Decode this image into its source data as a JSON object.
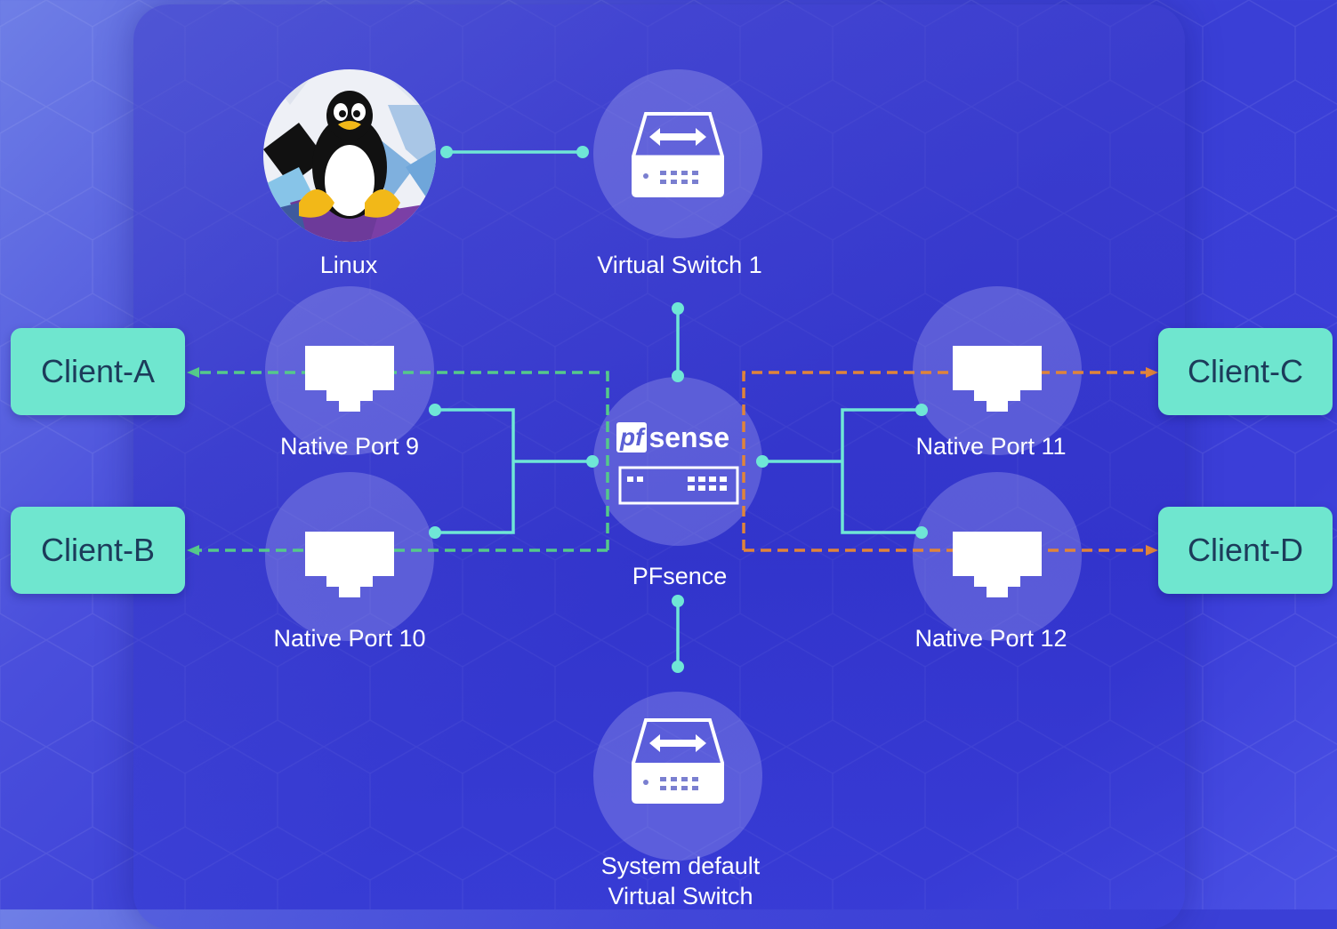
{
  "nodes": {
    "linux": {
      "label": "Linux"
    },
    "vswitch1": {
      "label": "Virtual Switch 1"
    },
    "pfsense": {
      "label": "PFsence",
      "logo_text_pf": "pf",
      "logo_text_sense": "sense"
    },
    "port9": {
      "label": "Native Port 9"
    },
    "port10": {
      "label": "Native Port 10"
    },
    "port11": {
      "label": "Native Port 11"
    },
    "port12": {
      "label": "Native Port 12"
    },
    "default_switch": {
      "label_line1": "System default",
      "label_line2": "Virtual Switch"
    }
  },
  "clients": {
    "a": {
      "label": "Client-A"
    },
    "b": {
      "label": "Client-B"
    },
    "c": {
      "label": "Client-C"
    },
    "d": {
      "label": "Client-D"
    }
  },
  "colors": {
    "link": "#6fe6d6",
    "left_flow": "#55c98a",
    "right_flow": "#e0843a",
    "client_fill": "#6fe6cf"
  }
}
